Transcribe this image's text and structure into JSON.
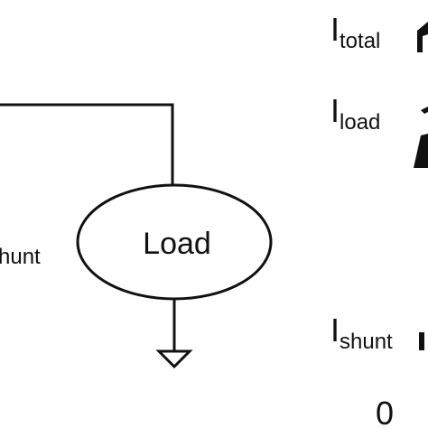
{
  "diagram": {
    "load_label": "Load",
    "left_label_fragment": "hunt",
    "currents": {
      "total": {
        "symbol": "I",
        "subscript": "total"
      },
      "load": {
        "symbol": "I",
        "subscript": "load"
      },
      "shunt": {
        "symbol": "I",
        "subscript": "shunt"
      }
    },
    "bottom_value": "0"
  },
  "colors": {
    "ink": "#111111",
    "background": "#ffffff"
  }
}
